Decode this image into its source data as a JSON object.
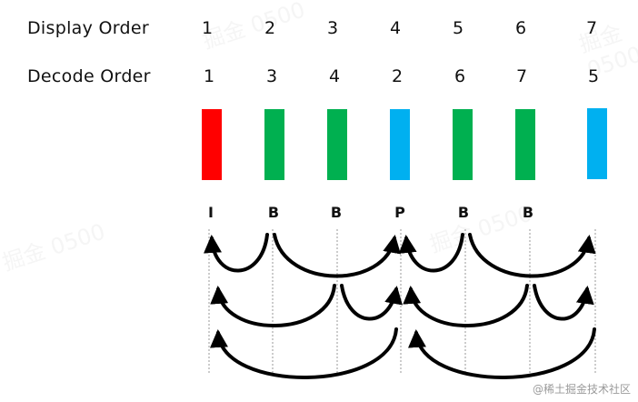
{
  "labels": {
    "display_order": "Display Order",
    "decode_order": "Decode Order"
  },
  "display_order": [
    "1",
    "2",
    "3",
    "4",
    "5",
    "6",
    "7"
  ],
  "decode_order": [
    "1",
    "3",
    "4",
    "2",
    "6",
    "7",
    "5"
  ],
  "frame_colors": [
    "#ff0000",
    "#00b050",
    "#00b050",
    "#00b0f0",
    "#00b050",
    "#00b050",
    "#00b0f0"
  ],
  "frame_types": [
    "I",
    "B",
    "B",
    "P",
    "B",
    "B"
  ],
  "arrow_color": "#000000",
  "guide_color": "#999999",
  "watermark": "掘金 0500",
  "credit": "@稀土掘金技术社区"
}
